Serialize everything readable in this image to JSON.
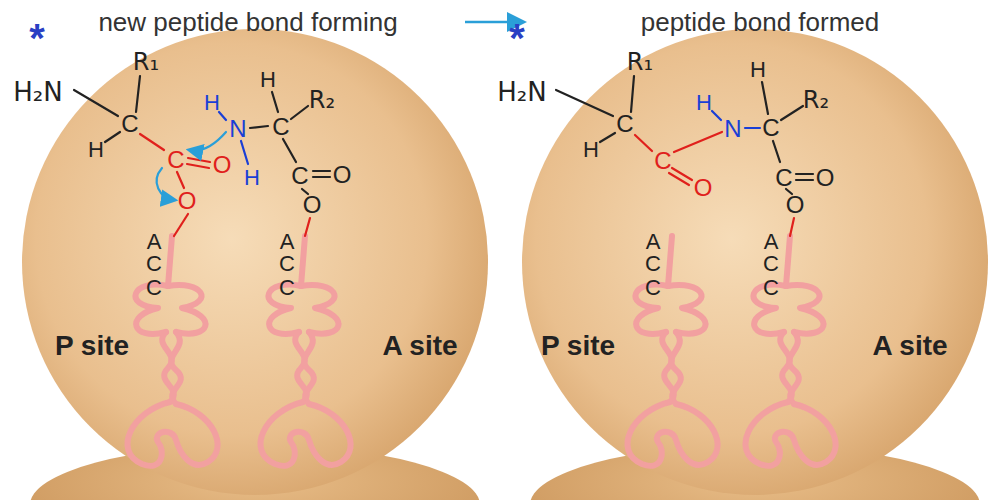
{
  "diagram": {
    "labels": [
      "new peptide bond forming",
      "peptide bond formed",
      "*",
      "H₂N",
      "R₁",
      "H",
      "C",
      "C",
      "O",
      "O",
      "H",
      "N",
      "H",
      "H",
      "C",
      "R₂",
      "C",
      "O",
      "O",
      "A",
      "C",
      "C",
      "A",
      "C",
      "C",
      "P site",
      "A site",
      "*",
      "H₂N",
      "R₁",
      "H",
      "C",
      "C",
      "O",
      "H",
      "N",
      "H",
      "C",
      "R₂",
      "C",
      "O",
      "O",
      "A",
      "C",
      "C",
      "A",
      "C",
      "C",
      "P site",
      "A site"
    ]
  }
}
